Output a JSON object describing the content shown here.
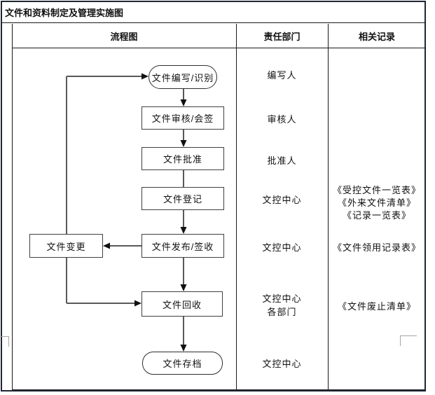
{
  "title": "文件和资料制定及管理实施图",
  "columns": {
    "flow": "流程图",
    "department": "责任部门",
    "records": "相关记录"
  },
  "flow_nodes": {
    "write": "文件编写/识别",
    "review": "文件审核/会签",
    "approve": "文件批准",
    "register": "文件登记",
    "change": "文件变更",
    "release": "文件发布/签收",
    "recall": "文件回收",
    "archive": "文件存档"
  },
  "departments": {
    "write": "编写人",
    "review": "审核人",
    "approve": "批准人",
    "register": "文控中心",
    "release": "文控中心",
    "recall_line1": "文控中心",
    "recall_line2": "各部门",
    "archive": "文控中心"
  },
  "records": {
    "register_line1": "《受控文件一览表》",
    "register_line2": "《外来文件清单》",
    "register_line3": "《记录一览表》",
    "release": "《文件领用记录表》",
    "recall": "《文件废止清单》"
  },
  "colors": {
    "page_border": "#1f2733",
    "table_line": "#1a1a1a",
    "shape_border": "#404040",
    "connector": "#595959",
    "arrowhead": "#111111",
    "crop_mark": "#a6a6a6"
  }
}
